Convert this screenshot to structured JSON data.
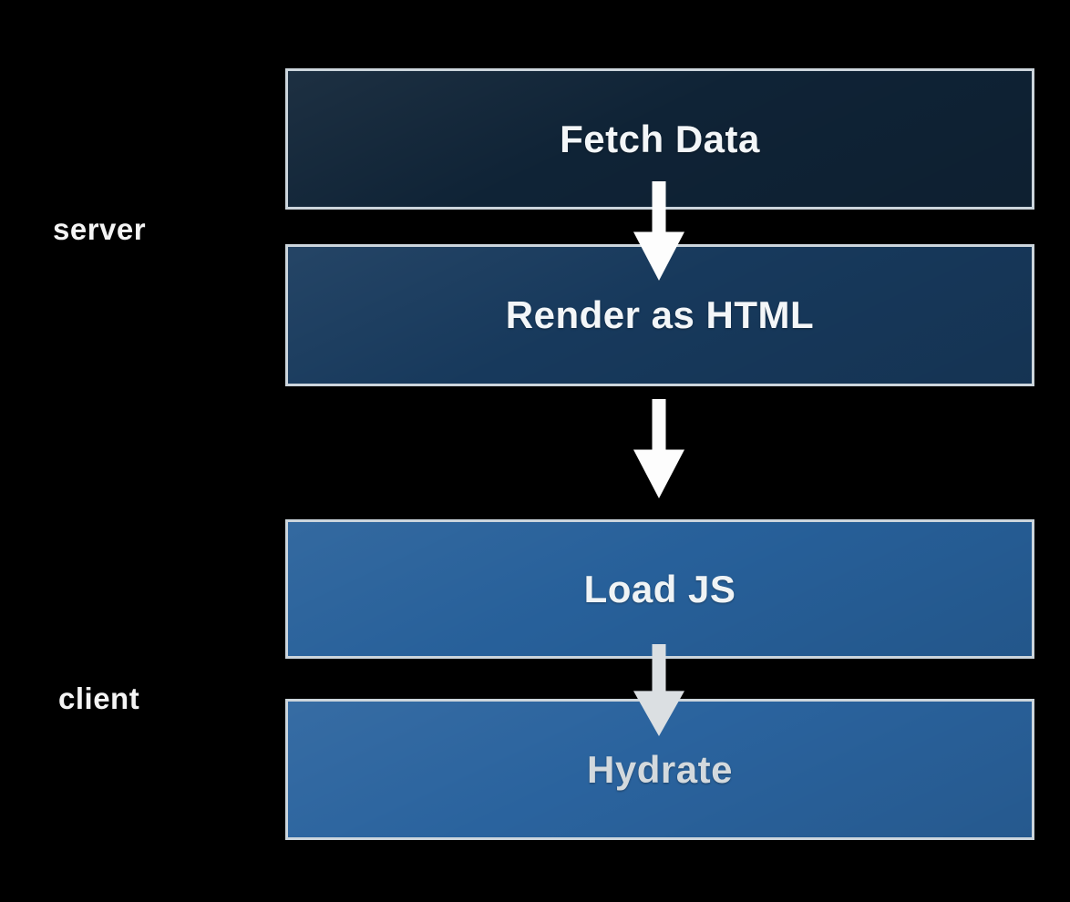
{
  "diagram": {
    "background_color": "#000000",
    "box_border_color": "#ccd5dc",
    "side_labels": {
      "server": "server",
      "client": "client"
    },
    "nodes": [
      {
        "label": "Fetch Data",
        "group": "server",
        "fill": "#0f2336",
        "text_color": "#f3f6f8"
      },
      {
        "label": "Render as HTML",
        "group": "server",
        "fill": "#17395c",
        "text_color": "#f3f6f8"
      },
      {
        "label": "Load JS",
        "group": "client",
        "fill": "#27609a",
        "text_color": "#eff3f5"
      },
      {
        "label": "Hydrate",
        "group": "client",
        "fill": "#2a639e",
        "text_color": "#d3d9dd"
      }
    ],
    "arrows": [
      {
        "from": "Fetch Data",
        "to": "Render as HTML",
        "color": "#fdfdfd"
      },
      {
        "from": "Render as HTML",
        "to": "Load JS",
        "color": "#fdfdfd"
      },
      {
        "from": "Load JS",
        "to": "Hydrate",
        "color": "#dbdfe2"
      }
    ]
  }
}
